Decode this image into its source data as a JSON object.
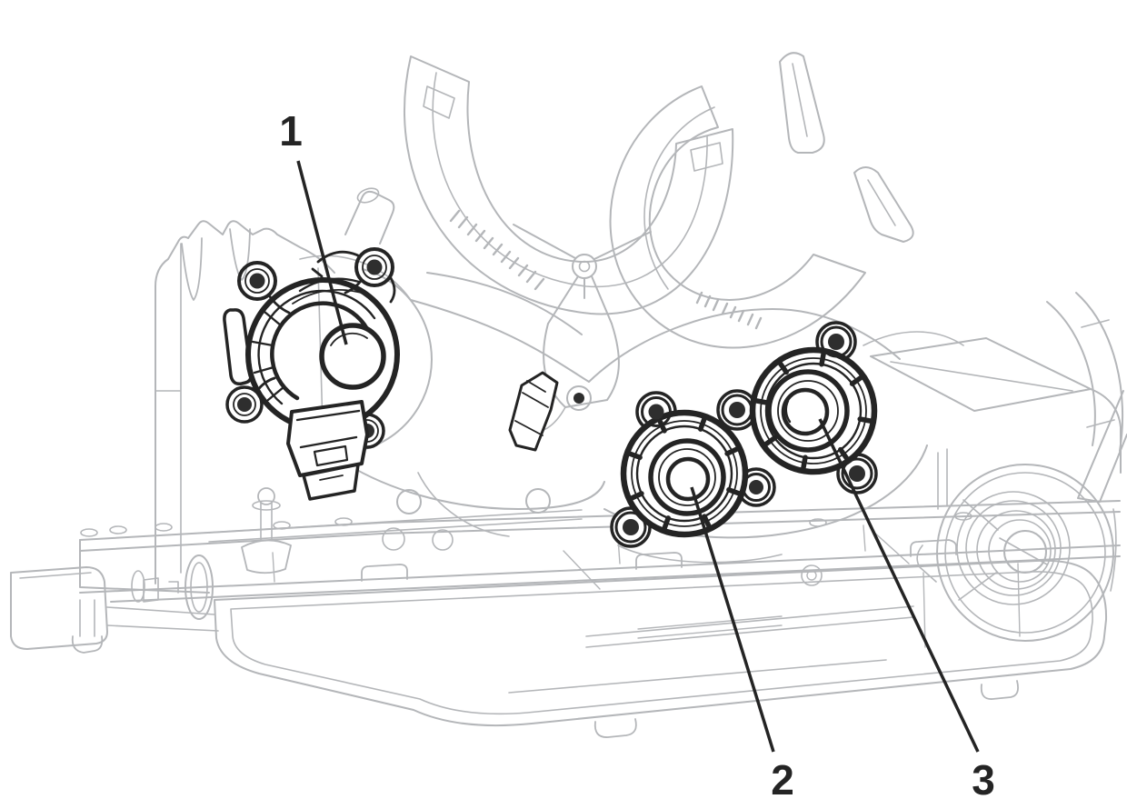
{
  "diagram": {
    "type": "technical-illustration",
    "callouts": [
      {
        "number": "1"
      },
      {
        "number": "2"
      },
      {
        "number": "3"
      }
    ],
    "colors": {
      "background": "#ffffff",
      "assembly_line": "#b4b6b9",
      "highlight_line": "#242424"
    }
  }
}
